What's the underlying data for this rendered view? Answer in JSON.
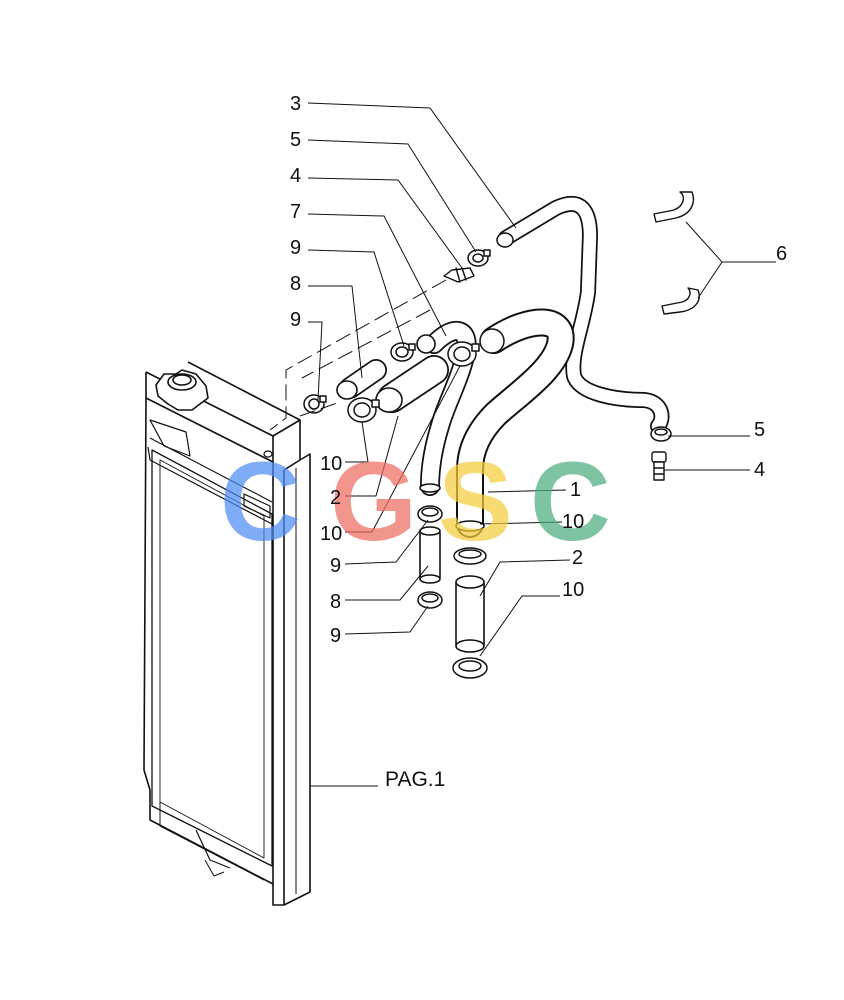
{
  "diagram": {
    "page_reference": "PAG.1",
    "callouts": {
      "c3": "3",
      "c5a": "5",
      "c4a": "4",
      "c7": "7",
      "c9a": "9",
      "c8a": "8",
      "c9b": "9",
      "c10a": "10",
      "c2a": "2",
      "c10b": "10",
      "c9c": "9",
      "c8b": "8",
      "c9d": "9",
      "c6": "6",
      "c5b": "5",
      "c4b": "4",
      "c1": "1",
      "c10c": "10",
      "c2b": "2",
      "c10d": "10"
    },
    "watermark": {
      "letters": [
        "C",
        "G",
        "S",
        "C"
      ],
      "colors": [
        "#4f8df5",
        "#ee6e62",
        "#f6cd3c",
        "#4fae7f"
      ]
    }
  }
}
